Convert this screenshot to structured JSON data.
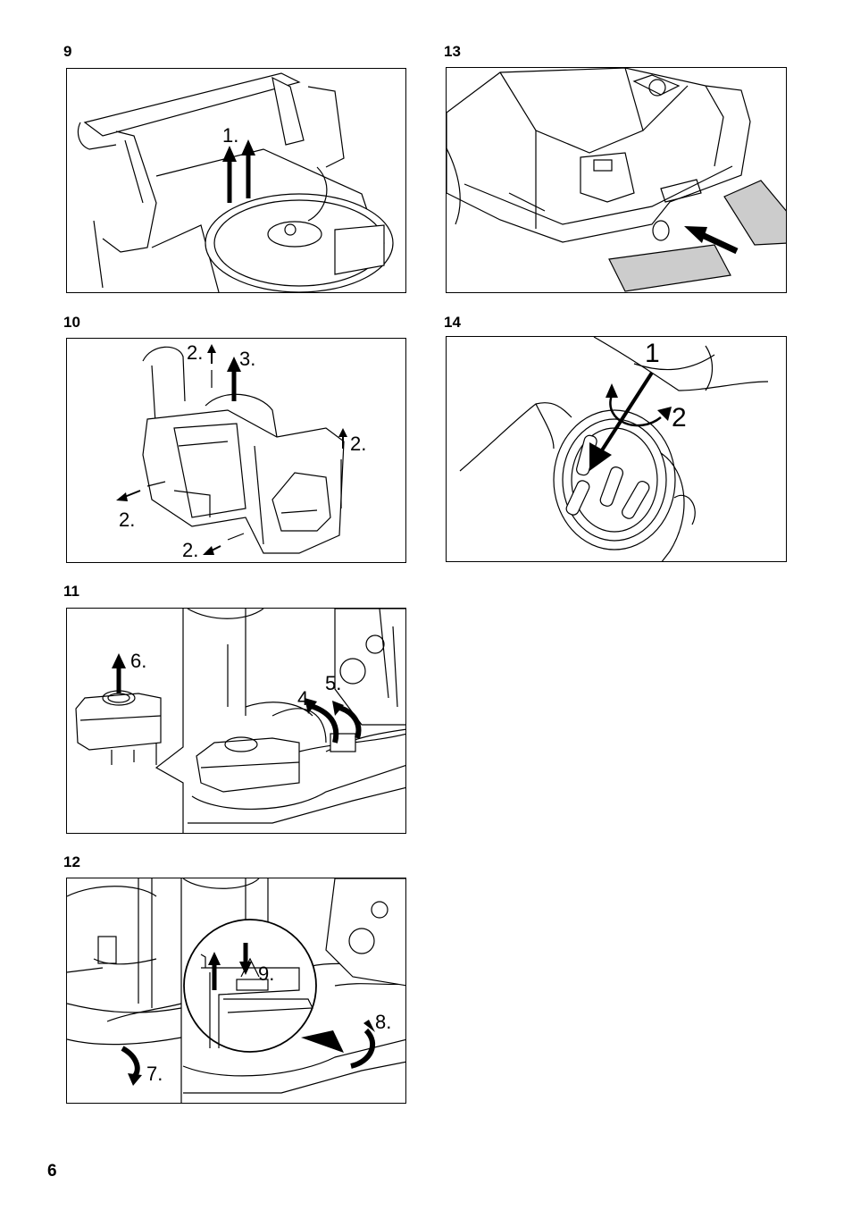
{
  "page": {
    "number": "6"
  },
  "figures": [
    {
      "id": "9",
      "label": "9",
      "steps": [
        "1."
      ]
    },
    {
      "id": "10",
      "label": "10",
      "steps": [
        "2.",
        "3.",
        "2.",
        "2.",
        "2."
      ]
    },
    {
      "id": "11",
      "label": "11",
      "steps": [
        "6.",
        "4.",
        "5."
      ]
    },
    {
      "id": "12",
      "label": "12",
      "steps": [
        "9.",
        "8.",
        "7."
      ]
    },
    {
      "id": "13",
      "label": "13",
      "steps": []
    },
    {
      "id": "14",
      "label": "14",
      "steps": [
        "1",
        "2"
      ]
    }
  ]
}
